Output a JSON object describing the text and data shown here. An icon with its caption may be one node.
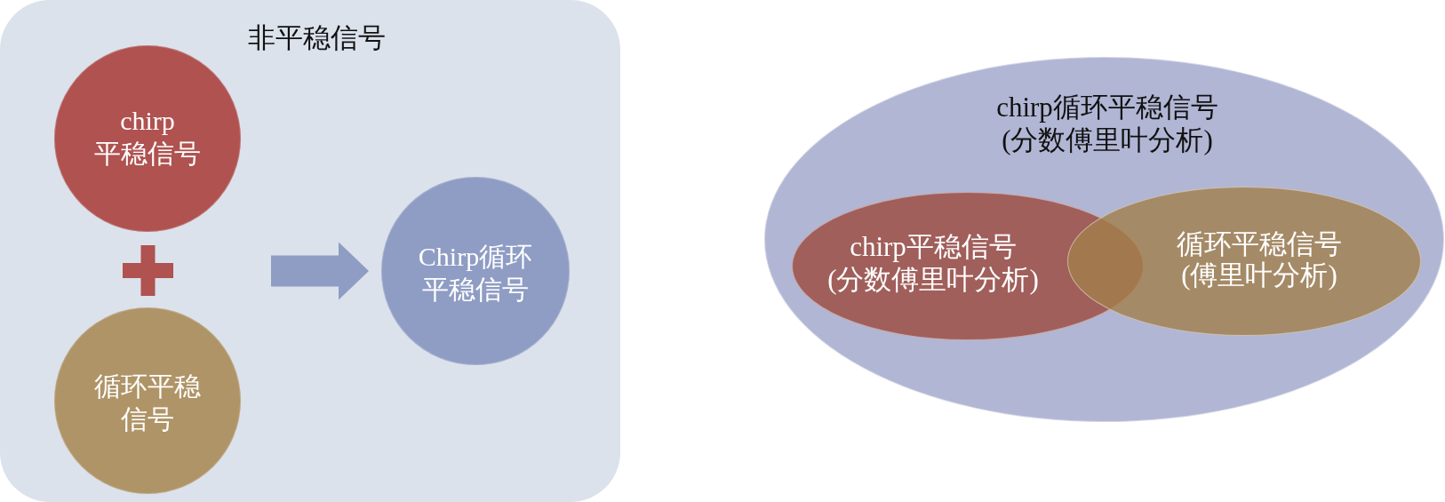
{
  "diagram": {
    "nodes": [
      {
        "text": [
          "非平稳信号"
        ]
      },
      {
        "text": [
          "chirp 平稳信号"
        ],
        "in": 0
      },
      {
        "text": [
          "循环平稳信号"
        ],
        "in": 0
      },
      {
        "text": [
          "Chirp循环平稳信号"
        ],
        "in": 0
      },
      {
        "text": [
          "chirp循环平稳信号",
          "(分数傅里叶分析)"
        ]
      },
      {
        "text": [
          "chirp平稳信号",
          "(分数傅里叶分析)"
        ],
        "in": 4
      },
      {
        "text": [
          "循环平稳信号",
          "(傅里叶分析)"
        ],
        "in": 4
      }
    ],
    "edges": [
      {
        "from": null,
        "to": 3,
        "arrow": "to"
      }
    ]
  }
}
